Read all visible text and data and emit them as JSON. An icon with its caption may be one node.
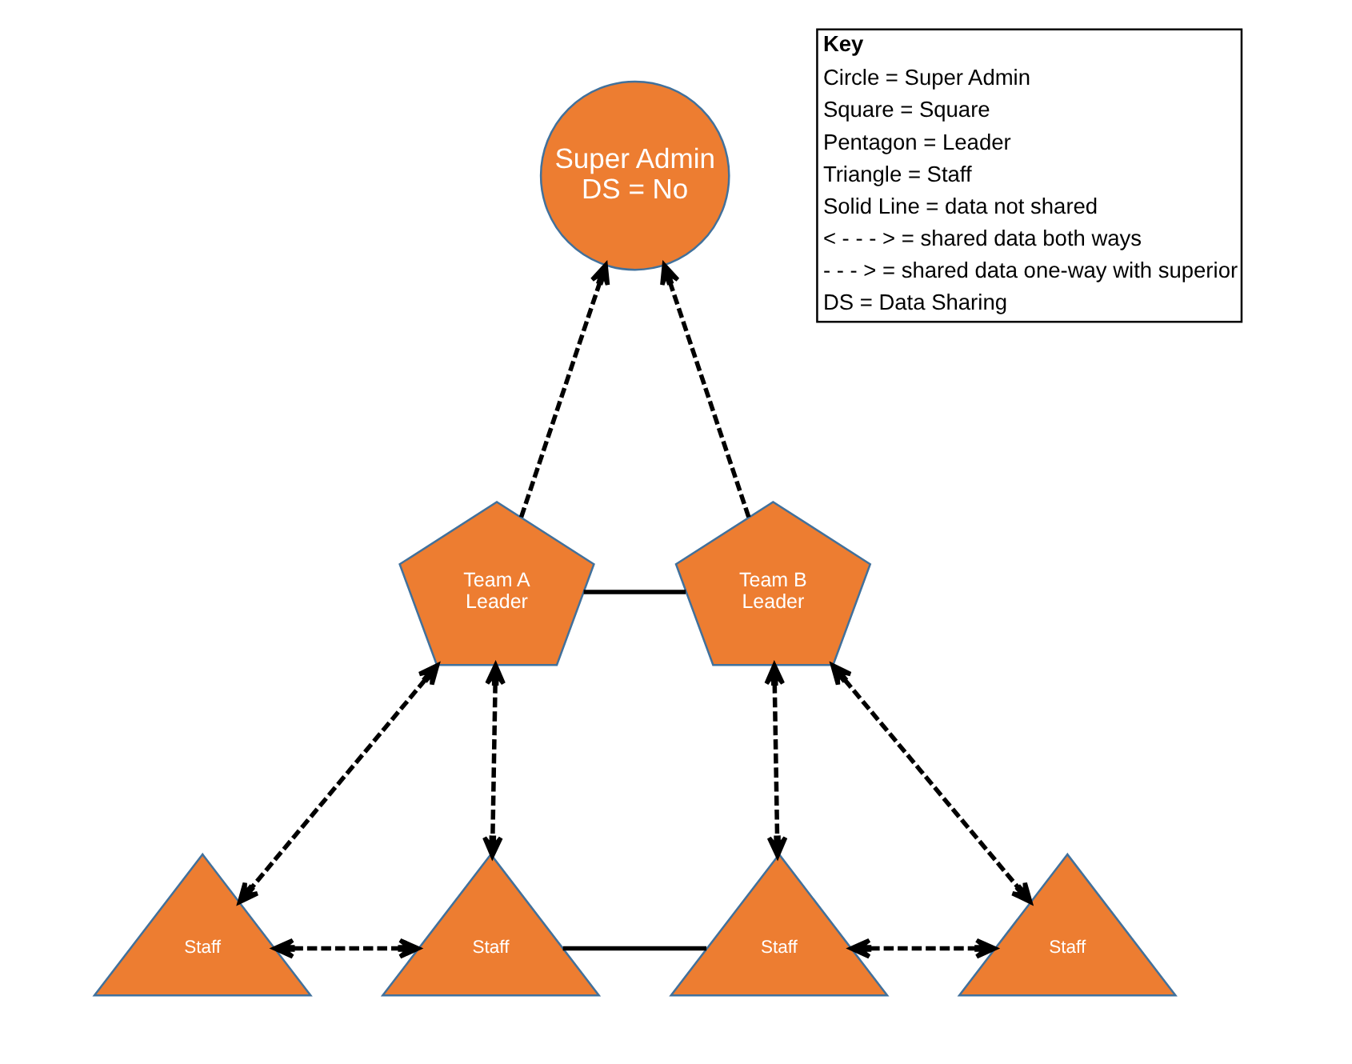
{
  "diagram": {
    "nodes": [
      {
        "text": [
          "Super Admin DS = No"
        ]
      },
      {
        "text": [
          "Team A Leader"
        ]
      },
      {
        "text": [
          "Team B Leader"
        ]
      },
      {
        "text": [
          "Staff"
        ]
      },
      {
        "text": [
          "Staff"
        ]
      },
      {
        "text": [
          "Staff"
        ]
      },
      {
        "text": [
          "Staff"
        ]
      }
    ],
    "edges": [
      {
        "from": 1,
        "to": 0,
        "arrow": "to",
        "style": "dashed"
      },
      {
        "from": 2,
        "to": 0,
        "arrow": "to",
        "style": "dashed"
      },
      {
        "from": 1,
        "to": 2,
        "arrow": "none"
      },
      {
        "from": 1,
        "to": 3,
        "arrow": "both",
        "style": "dashed"
      },
      {
        "from": 1,
        "to": 4,
        "arrow": "both",
        "style": "dashed"
      },
      {
        "from": 3,
        "to": 4,
        "arrow": "both",
        "style": "dashed"
      },
      {
        "from": 4,
        "to": 5,
        "arrow": "none"
      },
      {
        "from": 2,
        "to": 5,
        "arrow": "both",
        "style": "dashed"
      },
      {
        "from": 2,
        "to": 6,
        "arrow": "both",
        "style": "dashed"
      },
      {
        "from": 5,
        "to": 6,
        "arrow": "both",
        "style": "dashed"
      }
    ],
    "labels": [
      "Key",
      "Circle = Super Admin",
      "Square = Square",
      "Pentagon = Leader",
      "Triangle = Staff",
      "Solid Line = data not shared",
      "< - - - > = shared data both ways",
      "- - - > = shared data one-way with superior",
      "DS = Data Sharing"
    ]
  }
}
